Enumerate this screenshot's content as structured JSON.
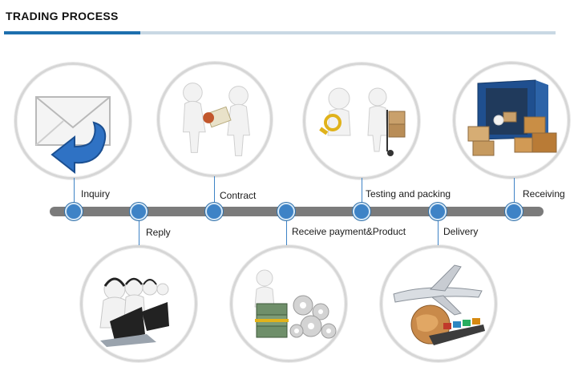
{
  "header": {
    "title": "TRADING  PROCESS"
  },
  "steps": [
    {
      "label": "Inquiry",
      "icon": "envelope-reply-icon"
    },
    {
      "label": "Reply",
      "icon": "call-center-icon"
    },
    {
      "label": "Contract",
      "icon": "contract-handshake-icon"
    },
    {
      "label": "Receive payment&Product",
      "icon": "money-gears-icon"
    },
    {
      "label": "Testing and packing",
      "icon": "inspection-packing-icon"
    },
    {
      "label": "Delivery",
      "icon": "plane-ship-globe-icon"
    },
    {
      "label": "Receiving",
      "icon": "container-boxes-icon"
    }
  ],
  "colors": {
    "accent": "#3e83c6",
    "timeline": "#7b7b7b",
    "rule": "#1d6fae"
  }
}
